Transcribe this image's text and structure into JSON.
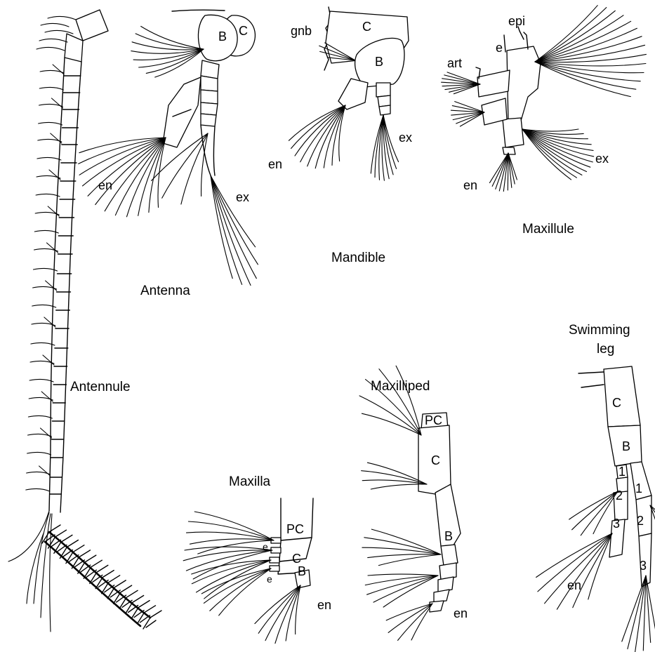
{
  "titles": {
    "antennule": "Antennule",
    "antenna": "Antenna",
    "mandible": "Mandible",
    "maxillule": "Maxillule",
    "maxilla": "Maxilla",
    "maxilliped": "Maxilliped",
    "swimming_leg_line1": "Swimming",
    "swimming_leg_line2": "leg"
  },
  "labels": {
    "antenna": {
      "basis": "B",
      "coxa": "C",
      "endopod": "en",
      "exopod": "ex"
    },
    "mandible": {
      "gnathobase": "gnb",
      "coxa": "C",
      "basis": "B",
      "endopod": "en",
      "exopod": "ex"
    },
    "maxillule": {
      "epipodite": "epi",
      "arthrite": "art",
      "endite": "e",
      "endopod": "en",
      "exopod": "ex"
    },
    "maxilla": {
      "praecoxa": "PC",
      "coxa": "C",
      "basis": "B",
      "endite1": "e",
      "endite2": "e",
      "endopod": "en"
    },
    "maxilliped": {
      "praecoxa": "PC",
      "coxa": "C",
      "basis": "B",
      "endopod": "en"
    },
    "swimming_leg": {
      "coxa": "C",
      "basis": "B",
      "endopod": "en",
      "exp1": "1",
      "exp2": "2",
      "exp3": "3",
      "enp1": "1",
      "enp2": "2",
      "enp3": "3"
    }
  }
}
